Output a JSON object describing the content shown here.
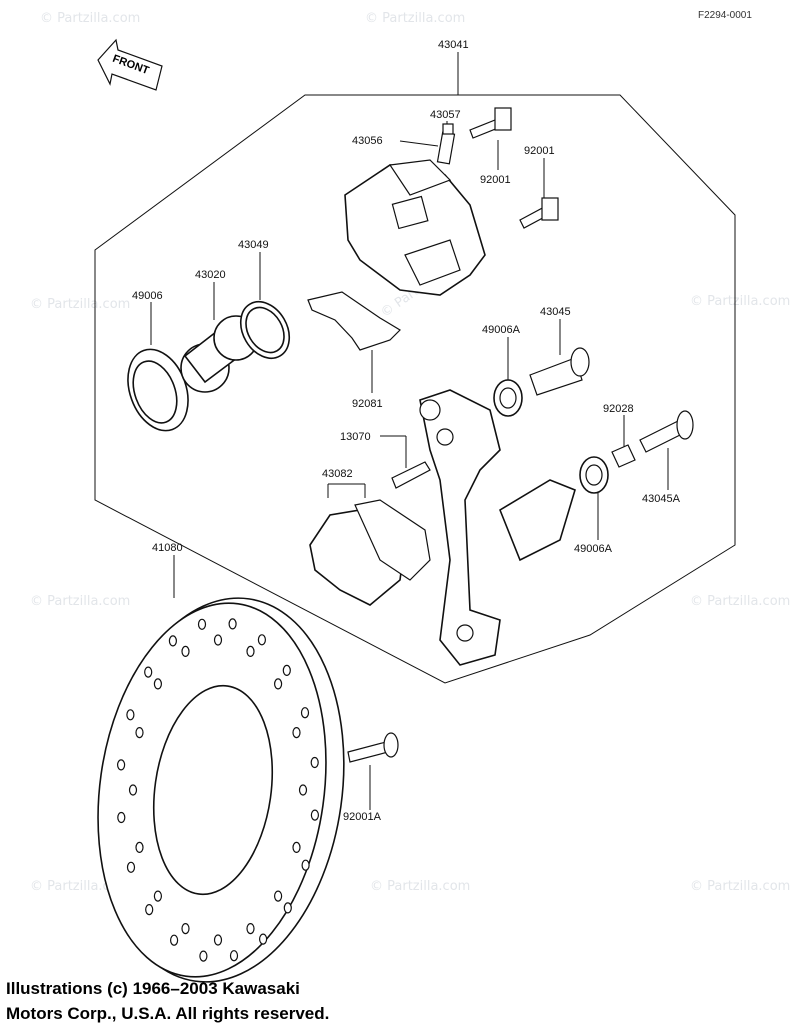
{
  "figure_code": "F2294-0001",
  "front_label": "FRONT",
  "watermark": "© Partzilla.com",
  "parts": {
    "caliper_assembly": "43041",
    "bleed_valve": "43057",
    "bleed_cap": "43056",
    "bolt_top": "92001",
    "bolt_side": "92001",
    "seal_49006": "49006",
    "piston": "43020",
    "seal_43049": "43049",
    "pad_spring": "92081",
    "pin_43045": "43045",
    "boot_49006A_top": "49006A",
    "pin_clip": "13070",
    "pads": "43082",
    "bushing": "92028",
    "pin_43045A": "43045A",
    "boot_49006A_bottom": "49006A",
    "disc": "41080",
    "disc_bolt": "92001A"
  },
  "copyright": {
    "line1": "Illustrations (c) 1966–2003 Kawasaki",
    "line2": "Motors Corp., U.S.A.  All rights reserved."
  }
}
